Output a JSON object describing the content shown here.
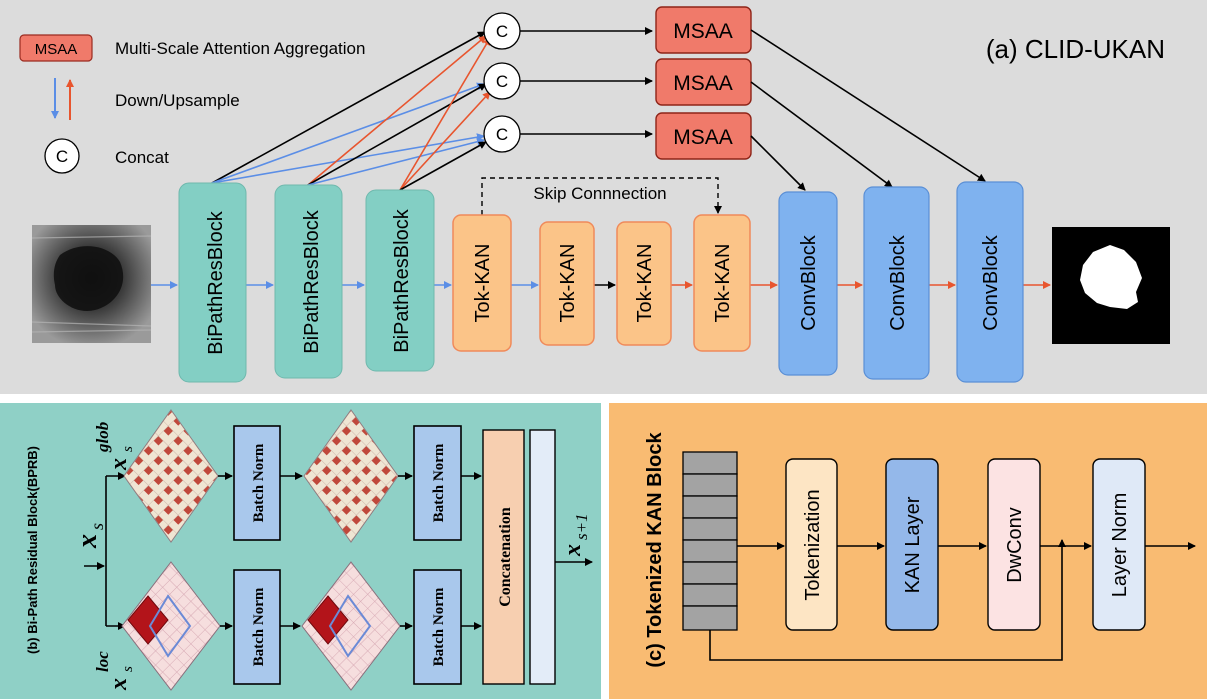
{
  "panel_a": {
    "title": "(a) CLID-UKAN",
    "legend": {
      "msaa_badge": "MSAA",
      "msaa_label": "Multi-Scale Attention Aggregation",
      "updown_label": "Down/Upsample",
      "concat_symbol": "C",
      "concat_label": "Concat"
    },
    "concat_symbol": "C",
    "msaa_label": "MSAA",
    "encoder_blocks": [
      "BiPathResBlock",
      "BiPathResBlock",
      "BiPathResBlock"
    ],
    "kan_blocks": [
      "Tok-KAN",
      "Tok-KAN",
      "Tok-KAN",
      "Tok-KAN"
    ],
    "decoder_blocks": [
      "ConvBlock",
      "ConvBlock",
      "ConvBlock"
    ],
    "skip_label": "Skip Connnection"
  },
  "panel_b": {
    "title": "(b) Bi-Path Residual Block(BPRB)",
    "input_var": "x",
    "input_sub": "s",
    "glob_var": "x",
    "glob_sub": "s",
    "glob_sup": "glob",
    "loc_var": "x",
    "loc_sub": "s",
    "loc_sup": "loc",
    "output_var": "x",
    "output_sub": "s+1",
    "batch_norm": "Batch Norm",
    "concatenation": "Concatenation"
  },
  "panel_c": {
    "title": "(c) Tokenized KAN Block",
    "blocks": [
      "Tokenization",
      "KAN Layer",
      "DwConv",
      "Layer Norm"
    ]
  },
  "colors": {
    "panel_a_bg": "#dcdcdc",
    "panel_b_bg": "#8fd0c6",
    "panel_c_bg": "#f9bb72",
    "teal_block": "#83cfc4",
    "orange_block": "#fbc488",
    "blue_block": "#7fb2ef",
    "msaa_red": "#f07a6a",
    "down_arrow": "#5b8ee6",
    "up_arrow": "#e8552e",
    "batch_norm": "#a9c8ec",
    "concat_fill": "#f7cfb0"
  }
}
